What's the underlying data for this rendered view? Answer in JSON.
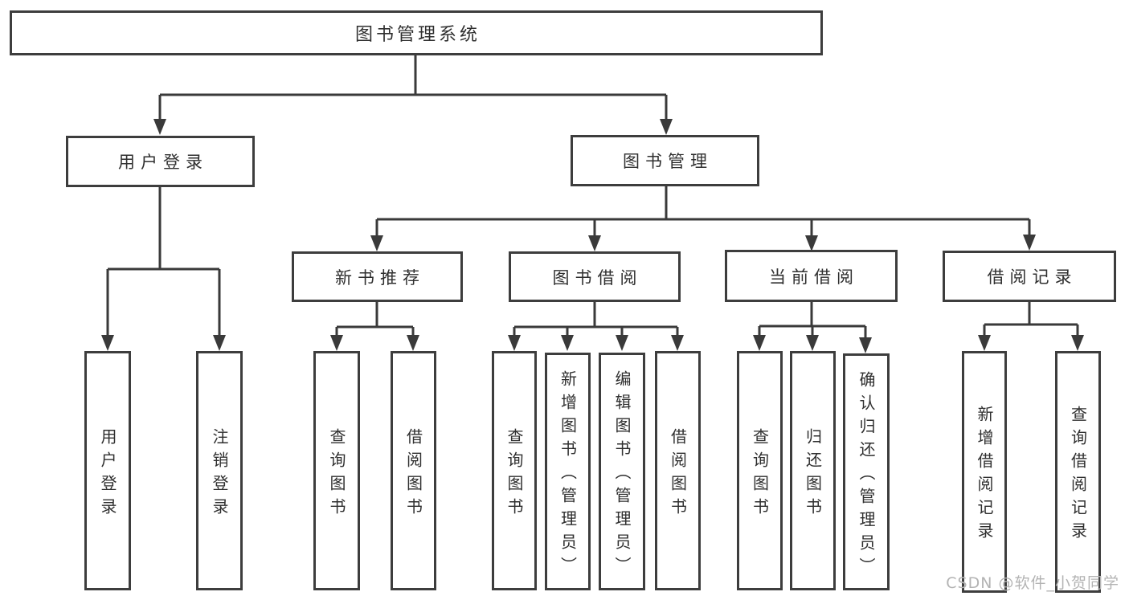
{
  "diagram": {
    "root": {
      "label": "图书管理系统",
      "children": [
        {
          "label": "用户登录",
          "children": [
            {
              "label": "用户登录"
            },
            {
              "label": "注销登录"
            }
          ]
        },
        {
          "label": "图书管理",
          "children": [
            {
              "label": "新书推荐",
              "children": [
                {
                  "label": "查询图书"
                },
                {
                  "label": "借阅图书"
                }
              ]
            },
            {
              "label": "图书借阅",
              "children": [
                {
                  "label": "查询图书"
                },
                {
                  "label": "新增图书（管理员）"
                },
                {
                  "label": "编辑图书（管理员）"
                },
                {
                  "label": "借阅图书"
                }
              ]
            },
            {
              "label": "当前借阅",
              "children": [
                {
                  "label": "查询图书"
                },
                {
                  "label": "归还图书"
                },
                {
                  "label": "确认归还（管理员）"
                }
              ]
            },
            {
              "label": "借阅记录",
              "children": [
                {
                  "label": "新增借阅记录"
                },
                {
                  "label": "查询借阅记录"
                }
              ]
            }
          ]
        }
      ]
    },
    "colors": {
      "line": "#3a3a3a",
      "border": "#3d3d3d",
      "text": "#2f2f2f",
      "watermark_text_color": "#b3b3b3",
      "background": "#ffffff"
    }
  },
  "watermark": {
    "text": "CSDN @软件_小贺同学"
  }
}
